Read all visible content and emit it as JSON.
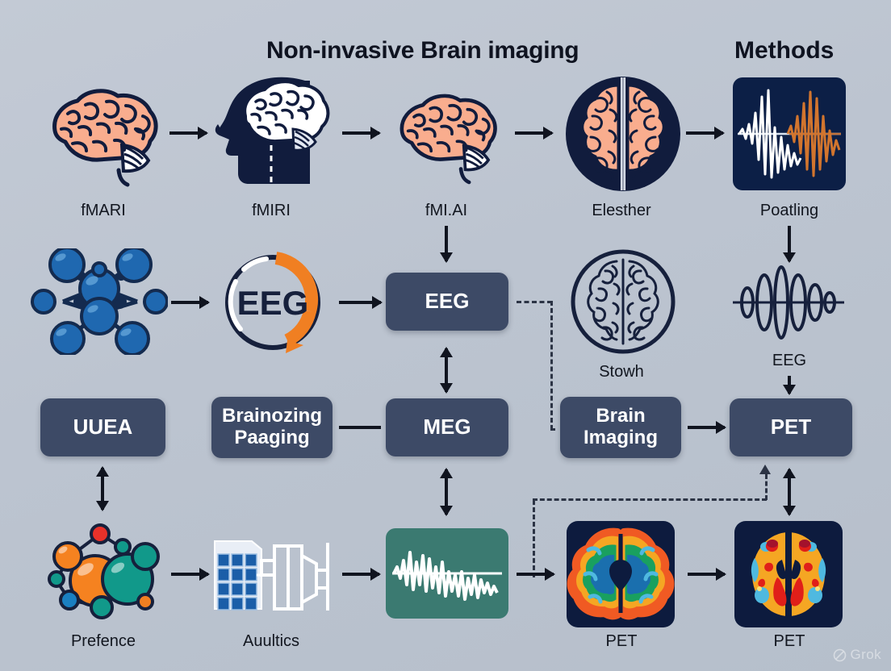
{
  "title": {
    "main": "Non-invasive Brain imaging",
    "sub": "Methods"
  },
  "colors": {
    "background": "#bdc5d1",
    "box_fill": "#3d4a66",
    "ink": "#10141f",
    "navy": "#111c3d",
    "brain_peach": "#f9ad8e",
    "accent_orange": "#f07f22",
    "molecule_blue": "#1f68b0",
    "teal": "#11998a",
    "wave_box": "#3b7a71",
    "pet_red": "#e01f19",
    "pet_yellow": "#f9b02a",
    "pet_cyan": "#4fb9e0"
  },
  "rows": [
    {
      "id": "row-1",
      "nodes": [
        {
          "id": "r1c1",
          "kind": "icon",
          "icon": "brain-side-icon",
          "caption": "fMARI"
        },
        {
          "id": "r1c2",
          "kind": "icon",
          "icon": "head-brain-silhouette-icon",
          "caption": "fMIRI"
        },
        {
          "id": "r1c3",
          "kind": "icon",
          "icon": "brain-side-icon",
          "caption": "fMI.AI"
        },
        {
          "id": "r1c4",
          "kind": "icon",
          "icon": "brain-circle-icon",
          "caption": "Elesther"
        },
        {
          "id": "r1c5",
          "kind": "icon",
          "icon": "eeg-waveform-tile-icon",
          "caption": "Poatling"
        }
      ]
    },
    {
      "id": "row-2",
      "nodes": [
        {
          "id": "r2c1",
          "kind": "icon",
          "icon": "molecule-blue-icon",
          "caption": ""
        },
        {
          "id": "r2c2",
          "kind": "icon",
          "icon": "eeg-circular-logo-icon",
          "caption": ""
        },
        {
          "id": "r2c3",
          "kind": "box",
          "label": "EEG",
          "caption": ""
        },
        {
          "id": "r2c4",
          "kind": "icon",
          "icon": "brain-outline-circle-icon",
          "caption": "Stowh"
        },
        {
          "id": "r2c5",
          "kind": "icon",
          "icon": "eeg-spindle-wave-icon",
          "caption": "EEG"
        }
      ]
    },
    {
      "id": "row-3",
      "nodes": [
        {
          "id": "r3c1",
          "kind": "box",
          "label": "UUEA"
        },
        {
          "id": "r3c2",
          "kind": "box",
          "label": "Brainozing\nPaaging"
        },
        {
          "id": "r3c3",
          "kind": "box",
          "label": "MEG"
        },
        {
          "id": "r3c4",
          "kind": "box",
          "label": "Brain\nImaging"
        },
        {
          "id": "r3c5",
          "kind": "box",
          "label": "PET"
        }
      ]
    },
    {
      "id": "row-4",
      "nodes": [
        {
          "id": "r4c1",
          "kind": "icon",
          "icon": "molecule-color-icon",
          "caption": "Prefence"
        },
        {
          "id": "r4c2",
          "kind": "icon",
          "icon": "building-grid-icon",
          "caption": "Auultics"
        },
        {
          "id": "r4c3",
          "kind": "icon",
          "icon": "waveform-teal-tile-icon",
          "caption": ""
        },
        {
          "id": "r4c4",
          "kind": "icon",
          "icon": "pet-brain-rainbow-icon",
          "caption": "PET"
        },
        {
          "id": "r4c5",
          "kind": "icon",
          "icon": "pet-brain-axial-icon",
          "caption": "PET"
        }
      ]
    }
  ],
  "box_labels": {
    "eeg": "EEG",
    "uuea": "UUEA",
    "brainozing_line1": "Brainozing",
    "brainozing_line2": "Paaging",
    "meg": "MEG",
    "brain_imaging_line1": "Brain",
    "brain_imaging_line2": "Imaging",
    "pet": "PET"
  },
  "captions": {
    "r1c1": "fMARI",
    "r1c2": "fMIRI",
    "r1c3": "fMI.AI",
    "r1c4": "Elesther",
    "r1c5": "Poatling",
    "r2c4": "Stowh",
    "r2c5": "EEG",
    "r4c1": "Prefence",
    "r4c2": "Auultics",
    "r4c4": "PET",
    "r4c5": "PET"
  },
  "watermark": {
    "label": "Grok"
  }
}
